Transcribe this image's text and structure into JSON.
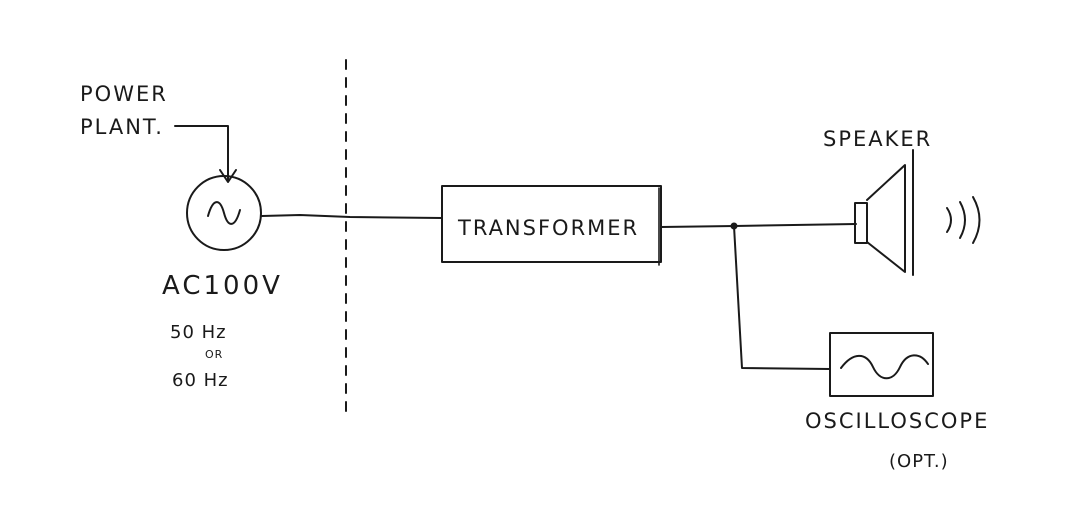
{
  "labels": {
    "power_plant_line1": "POWER",
    "power_plant_line2": "PLANT.",
    "ac_voltage": "AC100V",
    "freq_50": "50 Hz",
    "freq_or": "OR",
    "freq_60": "60 Hz",
    "transformer": "TRANSFORMER",
    "speaker": "SPEAKER",
    "oscilloscope": "OSCILLOSCOPE",
    "optional": "(OPT.)"
  },
  "icons": {
    "ac_source": "ac-source-icon",
    "speaker": "speaker-icon",
    "sound_waves": "sound-waves-icon",
    "oscilloscope": "oscilloscope-icon"
  },
  "colors": {
    "ink": "#1a1a1a",
    "background": "#ffffff"
  }
}
